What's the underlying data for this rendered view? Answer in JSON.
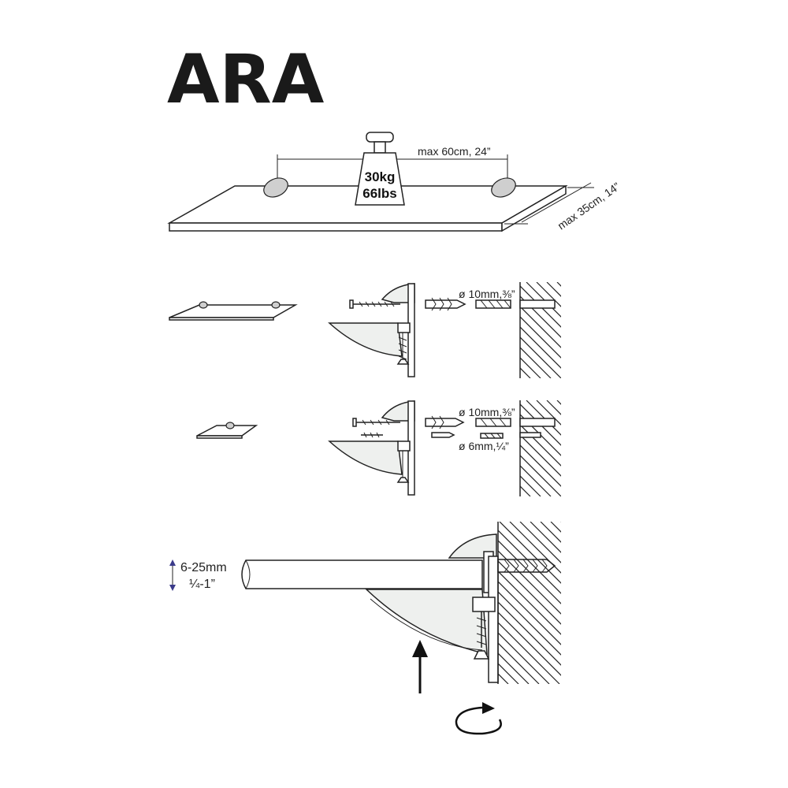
{
  "title": "ARA",
  "weight": {
    "line1": "30kg",
    "line2": "66lbs"
  },
  "dimensions": {
    "width_label": "max 60cm, 24”",
    "depth_label": "max 35cm, 14”"
  },
  "step2": {
    "drill_label": "ø 10mm,⅜”"
  },
  "step3": {
    "drill_large_label": "ø 10mm,⅜”",
    "drill_small_label": "ø 6mm,¼”"
  },
  "step4": {
    "thickness_label_1": "6-25mm",
    "thickness_label_2": "¼-1”"
  }
}
